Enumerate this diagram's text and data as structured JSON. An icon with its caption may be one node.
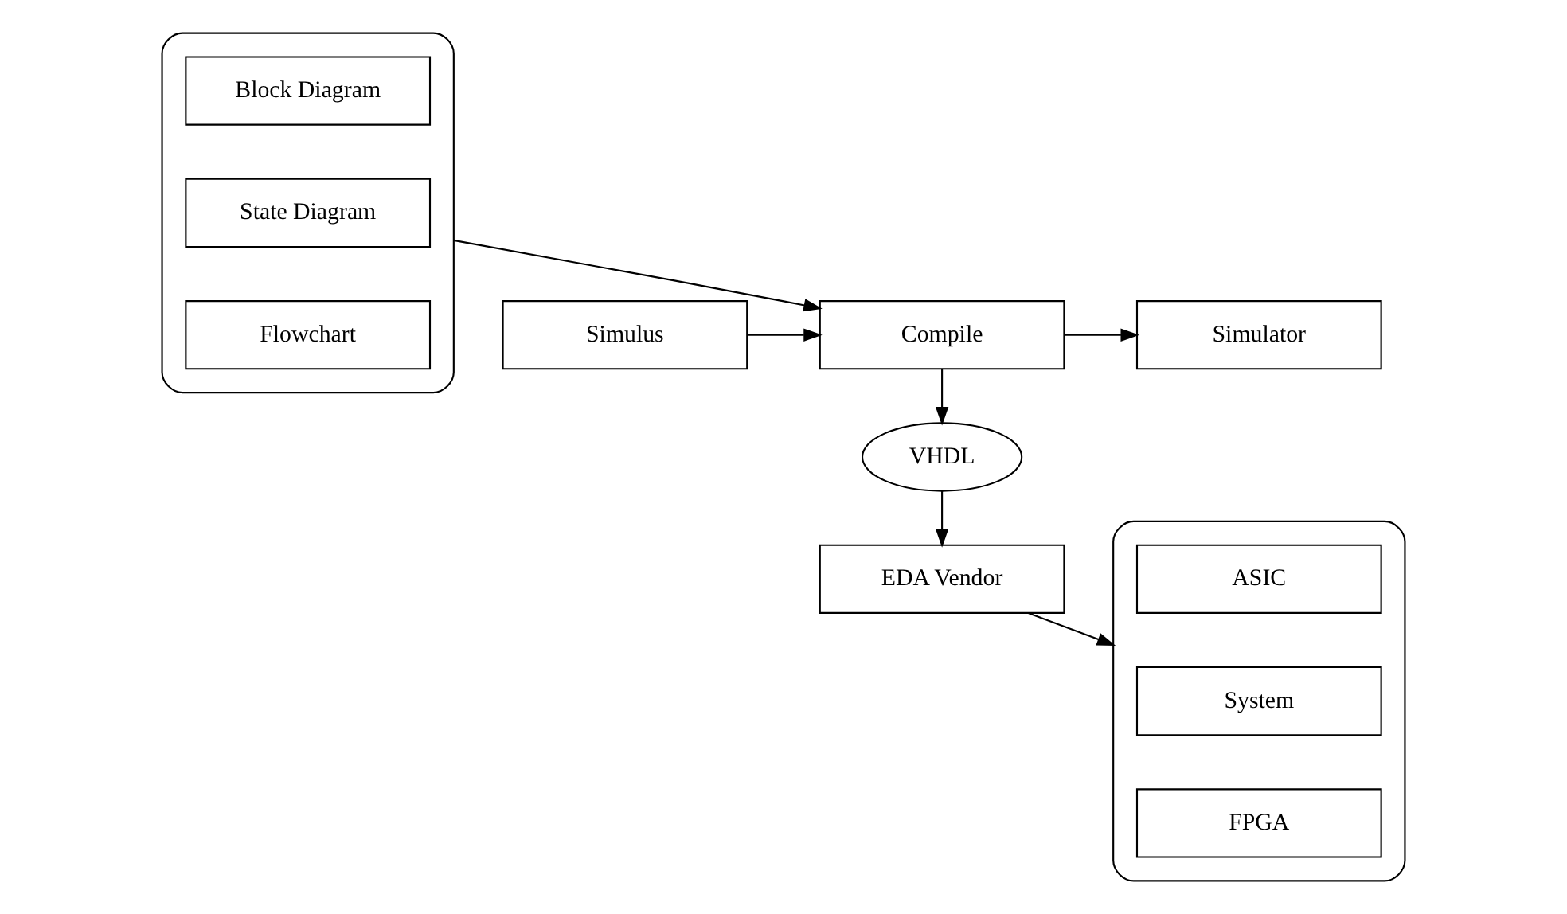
{
  "diagram": {
    "nodes": [
      {
        "text": [],
        "shape": "box"
      },
      {
        "text": [
          "Block Diagram"
        ],
        "in": 0
      },
      {
        "text": [
          "State Diagram"
        ],
        "in": 0
      },
      {
        "text": [
          "Flowchart"
        ],
        "in": 0
      },
      {
        "text": [
          "Simulus"
        ]
      },
      {
        "text": [
          "Compile"
        ]
      },
      {
        "text": [
          "Simulator"
        ]
      },
      {
        "text": [
          "VHDL"
        ]
      },
      {
        "text": [
          "EDA Vendor"
        ]
      },
      {
        "text": [],
        "shape": "box"
      },
      {
        "text": [
          "ASIC"
        ],
        "in": 9
      },
      {
        "text": [
          "System"
        ],
        "in": 9
      },
      {
        "text": [
          "FPGA"
        ],
        "in": 9
      }
    ],
    "edges": [
      {
        "from": 0,
        "to": 5,
        "arrow": "to"
      },
      {
        "from": 4,
        "to": 5,
        "arrow": "to"
      },
      {
        "from": 5,
        "to": 6,
        "arrow": "to"
      },
      {
        "from": 5,
        "to": 7,
        "arrow": "to"
      },
      {
        "from": 7,
        "to": 8,
        "arrow": "to"
      },
      {
        "from": 8,
        "to": 9,
        "arrow": "to"
      }
    ]
  }
}
